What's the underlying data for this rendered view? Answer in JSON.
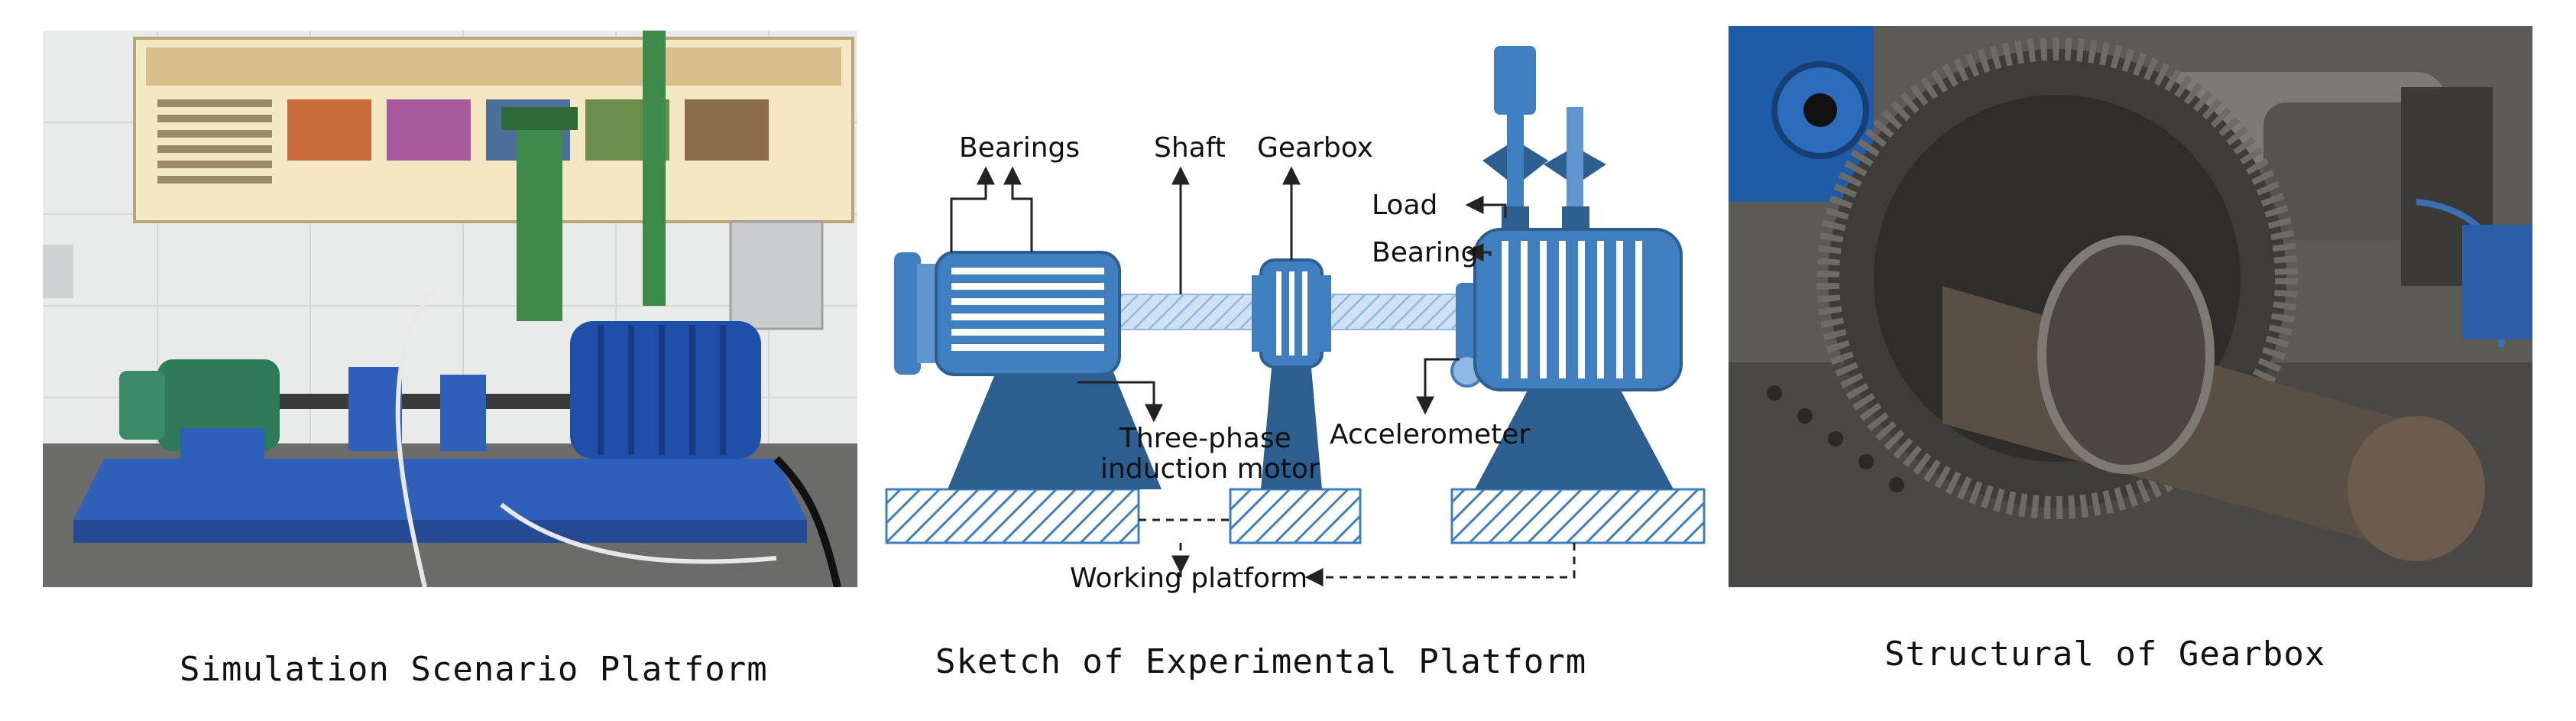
{
  "captions": {
    "left": "Simulation Scenario Platform",
    "middle": "Sketch of Experimental Platform",
    "right": "Structural of Gearbox"
  },
  "sketch_labels": {
    "bearings": "Bearings",
    "shaft": "Shaft",
    "gearbox": "Gearbox",
    "load": "Load",
    "bearing": "Bearing",
    "accelerometer": "Accelerometer",
    "motor_line1": "Three-phase",
    "motor_line2": "induction motor",
    "platform": "Working platform"
  },
  "colors": {
    "sketch_blue": "#3f7fbf",
    "sketch_dark": "#2c5f8f",
    "sketch_light": "#8fb8e0",
    "machine_blue": "#1f4fa8",
    "motor_green": "#2e7a5a"
  }
}
